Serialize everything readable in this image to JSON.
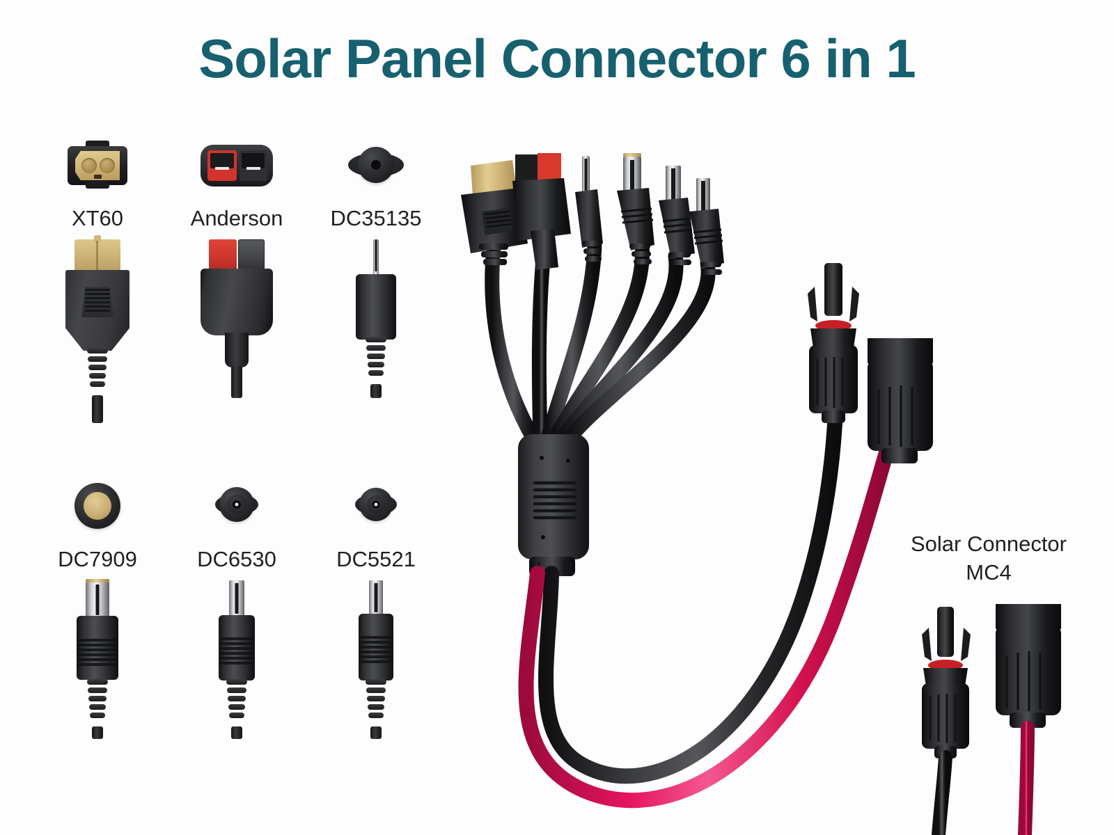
{
  "title": "Solar Panel Connector 6 in 1",
  "theme": {
    "background": "#fdfdfd",
    "title_color": "#17606f",
    "label_color": "#231f20",
    "cable_black": "#1a1a1c",
    "cable_pink": "#e4145e",
    "gold": "#cdb375",
    "anderson_red": "#d0342c",
    "mc4_seal_red": "#c62026"
  },
  "catalogue": {
    "items": [
      {
        "id": "xt60",
        "label": "XT60",
        "icon": "xt60-connector-icon",
        "plug": "xt60-plug-illustration",
        "accent": "#cdb375"
      },
      {
        "id": "anderson",
        "label": "Anderson",
        "icon": "anderson-connector-icon",
        "plug": "anderson-plug-illustration",
        "accent": "#d0342c"
      },
      {
        "id": "dc35135",
        "label": "DC35135",
        "icon": "dc-barrel-face-icon",
        "plug": "dc-barrel-plug-illustration",
        "accent": "#1a1a1c"
      },
      {
        "id": "dc7909",
        "label": "DC7909",
        "icon": "dc-barrel-face-icon",
        "plug": "dc-barrel-plug-illustration",
        "accent": "#cdb375"
      },
      {
        "id": "dc6530",
        "label": "DC6530",
        "icon": "dc-barrel-face-icon",
        "plug": "dc-barrel-plug-illustration",
        "accent": "#1a1a1c"
      },
      {
        "id": "dc5521",
        "label": "DC5521",
        "icon": "dc-barrel-face-icon",
        "plug": "dc-barrel-plug-illustration",
        "accent": "#1a1a1c"
      }
    ]
  },
  "assembly": {
    "name": "six-way-solar-connector-cable",
    "branch_count": 6,
    "heads": [
      {
        "id": "xt60",
        "type": "xt60-male-plug"
      },
      {
        "id": "anderson",
        "type": "anderson-powerpole-plug"
      },
      {
        "id": "dc35135",
        "type": "dc-barrel-plug-3.5x1.35mm"
      },
      {
        "id": "dc7909",
        "type": "dc-barrel-plug-7.9x0.9mm"
      },
      {
        "id": "dc6530",
        "type": "dc-barrel-plug-6.5x3.0mm"
      },
      {
        "id": "dc5521",
        "type": "dc-barrel-plug-5.5x2.1mm"
      }
    ],
    "junction": "cable-splitter-junction-block",
    "leads": [
      {
        "id": "positive-lead",
        "color": "#e4145e"
      },
      {
        "id": "negative-lead",
        "color": "#1a1a1c"
      }
    ]
  },
  "mc4": {
    "label_line1": "Solar Connector",
    "label_line2": "MC4",
    "pairs": [
      {
        "id": "mc4-upper-pair",
        "male": "mc4-male-connector",
        "female": "mc4-female-connector"
      },
      {
        "id": "mc4-lower-pair",
        "male": "mc4-male-connector",
        "female": "mc4-female-connector"
      }
    ]
  }
}
